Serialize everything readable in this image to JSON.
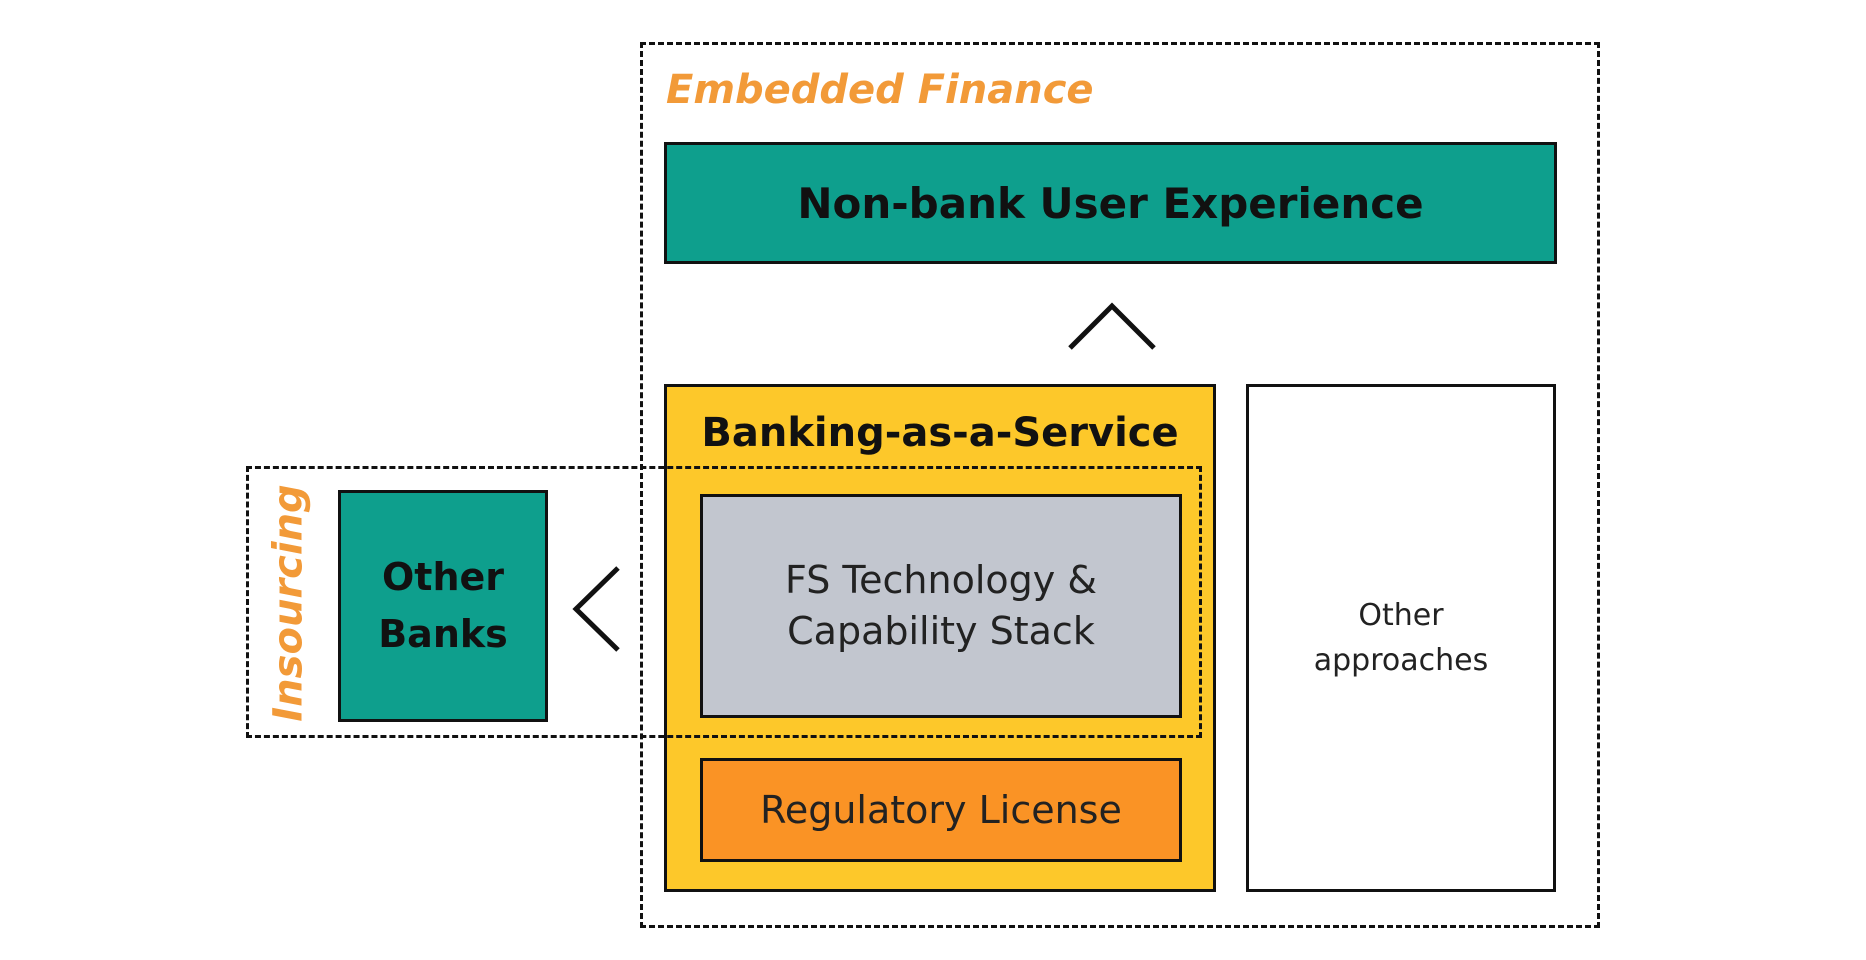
{
  "diagram": {
    "embedded_finance": {
      "label": "Embedded Finance"
    },
    "non_bank_ux": {
      "label": "Non-bank User Experience"
    },
    "baas": {
      "label": "Banking-as-a-Service"
    },
    "fs_tech": {
      "label": "FS Technology &\nCapability Stack"
    },
    "regulatory": {
      "label": "Regulatory License"
    },
    "other_approaches": {
      "label": "Other\napproaches"
    },
    "insourcing": {
      "label": "Insourcing"
    },
    "other_banks": {
      "label": "Other\nBanks"
    },
    "icons": {
      "up_arrow": "chevron-up-icon",
      "left_arrow": "chevron-left-icon"
    }
  },
  "colors": {
    "accent_orange": "#f29a38",
    "teal": "#0e9f8d",
    "yellow": "#fdc82a",
    "grey": "#c2c6cf",
    "orange": "#fa9325",
    "border": "#111111"
  }
}
